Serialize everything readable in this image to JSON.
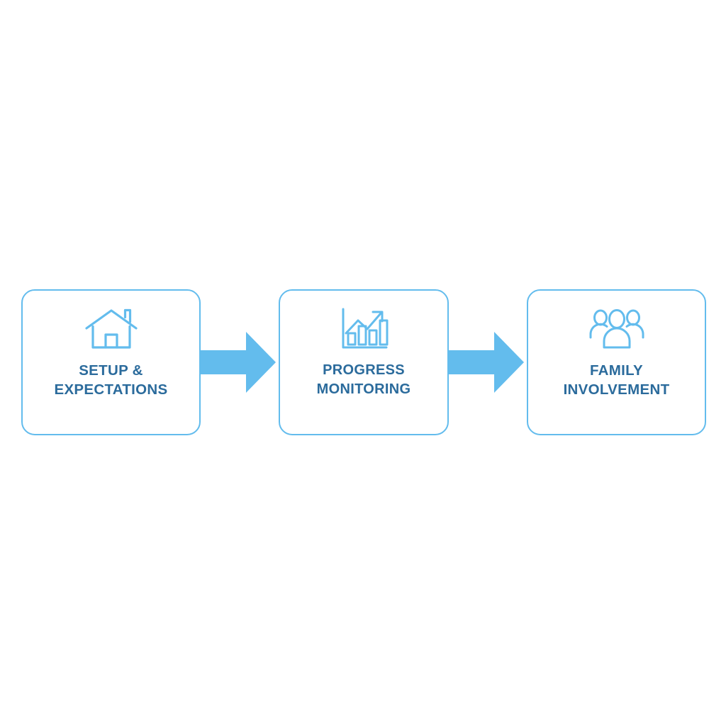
{
  "diagram": {
    "type": "horizontal-process-flow",
    "background_color": "#ffffff",
    "accent_color": "#63bced",
    "text_color": "#2b6b9c",
    "steps": [
      {
        "id": "setup-expectations",
        "icon": "house-icon",
        "label": "SETUP &\nEXPECTATIONS",
        "line1": "SETUP &",
        "line2": "EXPECTATIONS"
      },
      {
        "id": "progress-monitoring",
        "icon": "bar-chart-growth-icon",
        "label": "PROGRESS\nMONITORING",
        "line1": "PROGRESS",
        "line2": "MONITORING"
      },
      {
        "id": "family-involvement",
        "icon": "people-group-icon",
        "label": "FAMILY\nINVOLVEMENT",
        "line1": "FAMILY",
        "line2": "INVOLVEMENT"
      }
    ],
    "connectors": [
      {
        "id": "connector-1",
        "icon": "right-arrow-icon",
        "from": "setup-expectations",
        "to": "progress-monitoring"
      },
      {
        "id": "connector-2",
        "icon": "right-arrow-icon",
        "from": "progress-monitoring",
        "to": "family-involvement"
      }
    ]
  }
}
